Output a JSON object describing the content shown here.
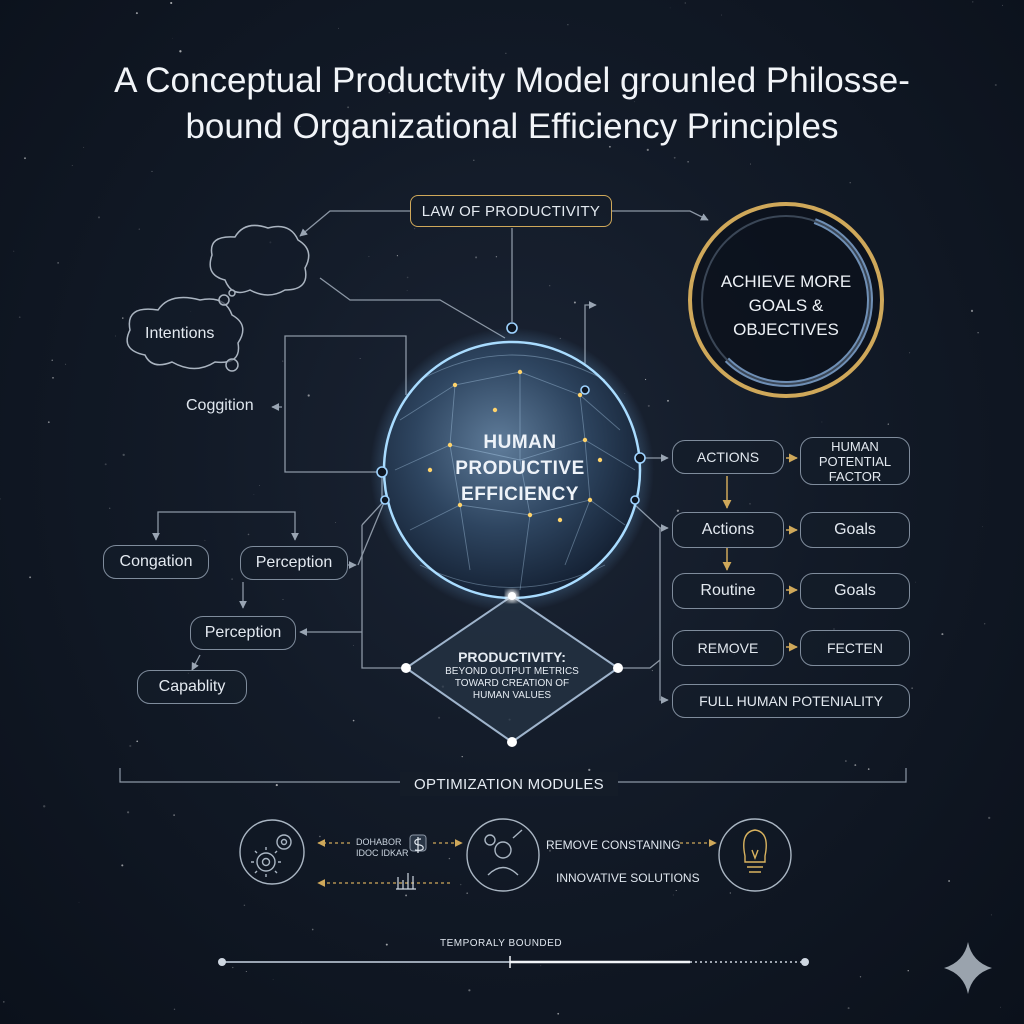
{
  "title": {
    "line1": "A Conceptual Productvity Model grounled Philosse-",
    "line2": "bound Organizational Efficiency Principles"
  },
  "top_node": "LAW OF PRODUCTIVITY",
  "goal_ring": {
    "line1": "ACHIEVE MORE",
    "line2": "GOALS &",
    "line3": "OBJECTIVES"
  },
  "left": {
    "intentions": "Intentions",
    "cognition": "Coggition",
    "congation": "Congation",
    "perception_top": "Perception",
    "perception_mid": "Perception",
    "capability": "Capablity"
  },
  "core": {
    "line1": "HUMAN",
    "line2": "PRODUCTIVE",
    "line3": "EFFICIENCY"
  },
  "diamond": {
    "heading": "PRODUCTIVITY:",
    "line1": "BEYOND OUTPUT METRICS",
    "line2": "TOWARD CREATION OF",
    "line3": "HUMAN VALUES"
  },
  "right": {
    "actions_caps": "ACTIONS",
    "human_potential": {
      "line1": "HUMAN",
      "line2": "POTENTIAL",
      "line3": "FACTOR"
    },
    "actions": "Actions",
    "goals_1": "Goals",
    "routine": "Routine",
    "goals_2": "Goals",
    "remove": "REMOVE",
    "fecten": "FECTEN",
    "full_potential": "FULL HUMAN POTENIALITY"
  },
  "modules": {
    "label": "OPTIMIZATION MODULES",
    "tiny_1": "DOHABOR",
    "tiny_2": "IDOC IDKAR",
    "remove_text": "REMOVE CONSTANING",
    "innovative": "INNOVATIVE SOLUTIONS"
  },
  "timeline": {
    "label": "TEMPORALY BOUNDED"
  },
  "colors": {
    "gold": "#cfa85a",
    "line": "#8c97a5",
    "globe_glow": "#9fd3ff",
    "ring_blue": "#8fb0d6"
  },
  "icons": [
    "gears-icon",
    "dollar-icon",
    "chart-icon",
    "person-gear-icon",
    "lightbulb-icon",
    "sparkle-icon"
  ]
}
